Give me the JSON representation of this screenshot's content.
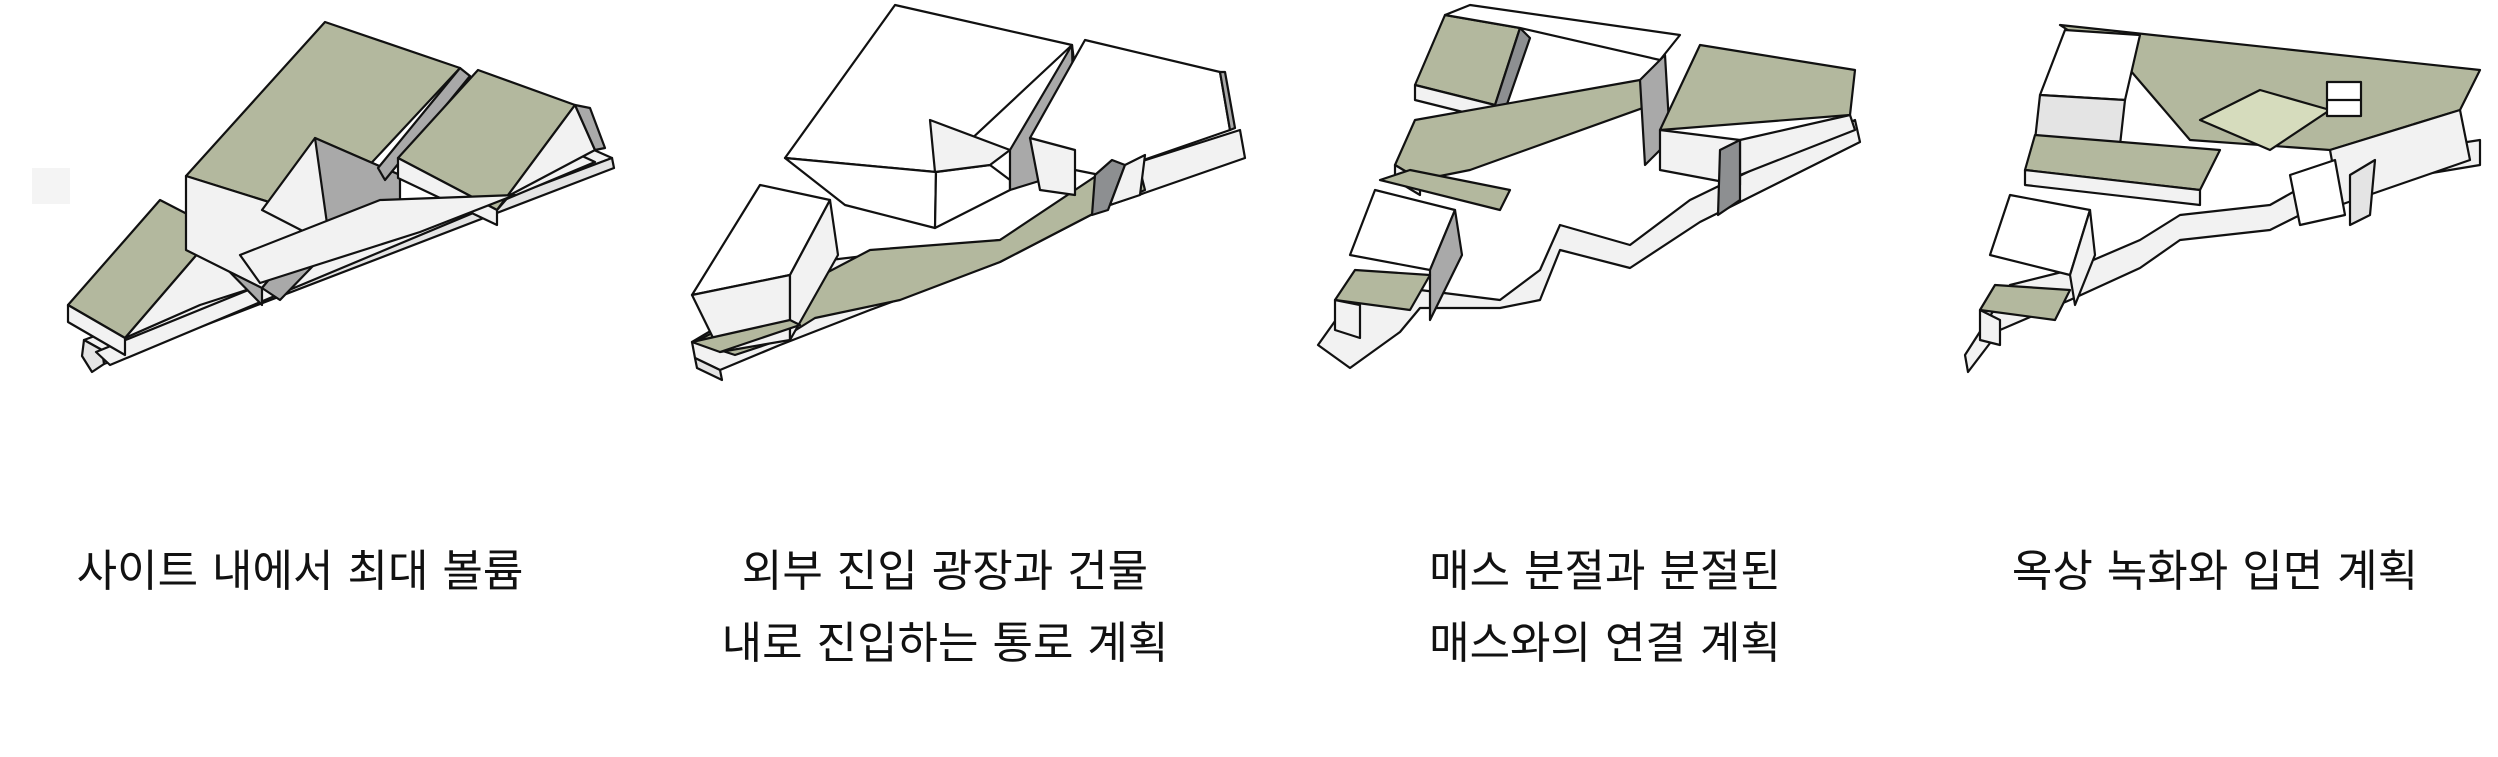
{
  "colors": {
    "roof": "#b3b89e",
    "roof_light": "#d6dcbd",
    "wall_light": "#f2f2f2",
    "wall_mid": "#e4e4e4",
    "wall_dark": "#a9a9a9",
    "wall_darker": "#8d8f91",
    "stroke": "#111111"
  },
  "panels": [
    {
      "icon": "massing-maximum-volume-illustration",
      "caption": [
        "사이트 내에서 최대 볼륨"
      ]
    },
    {
      "icon": "massing-entry-plaza-illustration",
      "caption": [
        "외부 진입 광장과 건물",
        "내로 진입하는 통로 계획"
      ]
    },
    {
      "icon": "massing-split-and-connect-illustration",
      "caption": [
        "매스 분절과 분절된",
        "매스와의 연결 계획"
      ]
    },
    {
      "icon": "massing-rooftop-garden-illustration",
      "caption": [
        "옥상 녹화와 입면 계획"
      ]
    }
  ]
}
